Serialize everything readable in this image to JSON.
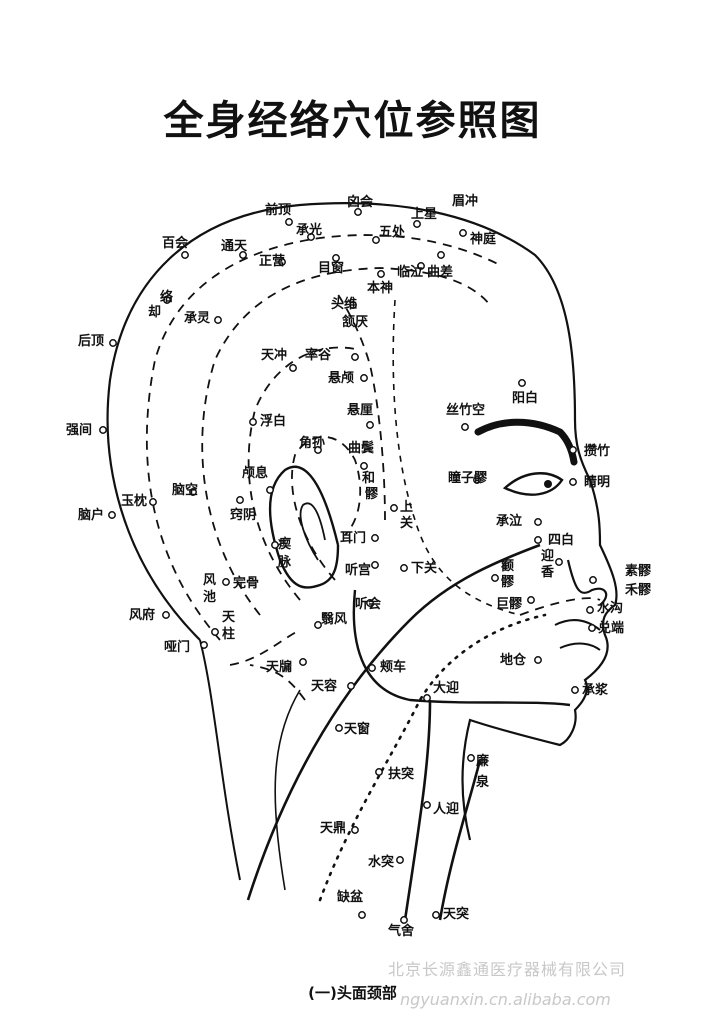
{
  "title": "全身经络穴位参照图",
  "caption": "(一)头面颈部",
  "watermark": {
    "line1": "北京长源鑫通医疗器械有限公司",
    "line2": "ngyuanxin.cn.alibaba.com"
  },
  "points": [
    "前顶",
    "囟会",
    "眉冲",
    "上星",
    "承光",
    "五处",
    "神庭",
    "百会",
    "通天",
    "正营",
    "目窗",
    "曲差",
    "临泣",
    "本神",
    "络",
    "却",
    "承灵",
    "头维",
    "颔厌",
    "后顶",
    "天冲",
    "率谷",
    "悬颅",
    "阳白",
    "浮白",
    "丝竹空",
    "悬厘",
    "攒竹",
    "强间",
    "角孙",
    "曲鬓",
    "颅息",
    "和",
    "髎",
    "睛明",
    "瞳子髎",
    "玉枕",
    "脑空",
    "窍阴",
    "上",
    "关",
    "脑户",
    "耳门",
    "承泣",
    "四白",
    "瘈",
    "脉",
    "迎",
    "香",
    "素髎",
    "听宫",
    "下关",
    "颧",
    "髎",
    "禾髎",
    "风",
    "池",
    "完骨",
    "巨髎",
    "水沟",
    "天",
    "柱",
    "风府",
    "听会",
    "兑端",
    "翳风",
    "哑门",
    "地仓",
    "颊车",
    "天牖",
    "天容",
    "大迎",
    "承浆",
    "天窗",
    "扶突",
    "廉",
    "泉",
    "人迎",
    "天鼎",
    "水突",
    "缺盆",
    "天突",
    "气舍"
  ]
}
